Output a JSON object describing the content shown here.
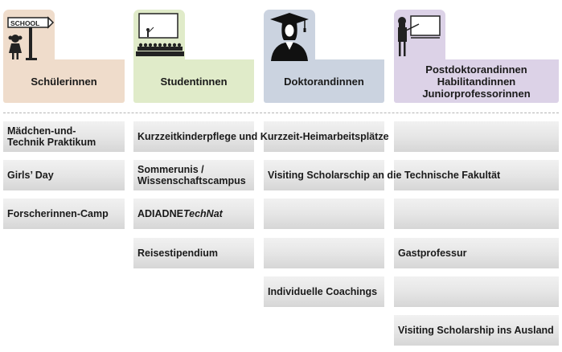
{
  "columns": [
    {
      "label": "Schülerinnen",
      "color": "#efdccb",
      "icon": "schoolgirl-signpost-icon",
      "sign_text": "SCHOOL"
    },
    {
      "label": "Studentinnen",
      "color": "#e0ebc9",
      "icon": "lecture-hall-icon"
    },
    {
      "label": "Doktorandinnen",
      "color": "#cbd3e0",
      "icon": "graduate-cap-icon"
    },
    {
      "label_lines": [
        "Postdoktorandinnen",
        "Habilitandinnen",
        "Juniorprofessorinnen"
      ],
      "color": "#dcd2e7",
      "icon": "teacher-whiteboard-icon"
    }
  ],
  "programs": [
    {
      "label_lines": [
        "Mädchen-und-",
        "Technik Praktikum"
      ]
    },
    {
      "label": "Girls’ Day"
    },
    {
      "label": "Forscherinnen-Camp"
    },
    {
      "label": "Kurzzeitkinderpflege und Kurzzeit-Heimarbeitsplätze"
    },
    {
      "label_lines": [
        "Sommerunis /",
        "Wissenschaftscampus"
      ]
    },
    {
      "label": "Visiting Scholarschip an die Technische Fakultät"
    },
    {
      "label_prefix": "ADIADNE",
      "label_italic": "TechNat"
    },
    {
      "label": "Reisestipendium"
    },
    {
      "label": "Gastprofessur"
    },
    {
      "label": "Individuelle Coachings"
    },
    {
      "label": "Visiting Scholarship ins Ausland"
    }
  ]
}
